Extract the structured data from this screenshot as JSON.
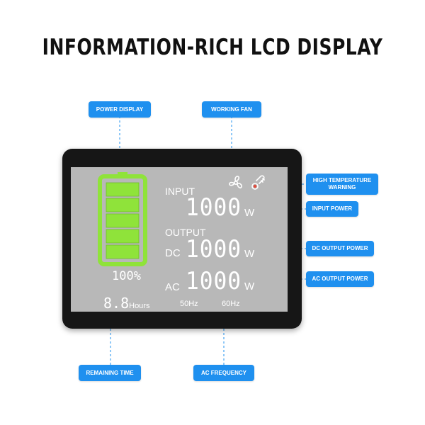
{
  "headline": "INFORMATION-RICH LCD DISPLAY",
  "callouts": {
    "power_display": "POWER DISPLAY",
    "working_fan": "WORKING FAN",
    "high_temp_line1": "HIGH TEMPERATURE",
    "high_temp_line2": "WARNING",
    "input_power": "INPUT POWER",
    "dc_output_power": "DC OUTPUT POWER",
    "ac_output_power": "AC OUTPUT POWER",
    "remaining_time": "REMAINING TIME",
    "ac_frequency": "AC FREQUENCY"
  },
  "lcd": {
    "battery_percent": "100%",
    "battery_level": 1.0,
    "battery_segments": 5,
    "input_label": "INPUT",
    "input_value": "1000",
    "output_label": "OUTPUT",
    "dc_label": "DC",
    "dc_value": "1000",
    "ac_label": "AC",
    "ac_value": "1000",
    "unit_w": "W",
    "remaining_value": "8.8",
    "remaining_unit": "Hours",
    "freq_50": "50Hz",
    "freq_60": "60Hz"
  },
  "colors": {
    "callout_blue": "#1f90ef",
    "battery_green": "#8fe33a",
    "lcd_background": "#b8b8b8",
    "bezel": "#161616"
  },
  "icons": {
    "fan": "fan-icon",
    "thermometer": "thermometer-icon",
    "battery": "battery-icon"
  }
}
